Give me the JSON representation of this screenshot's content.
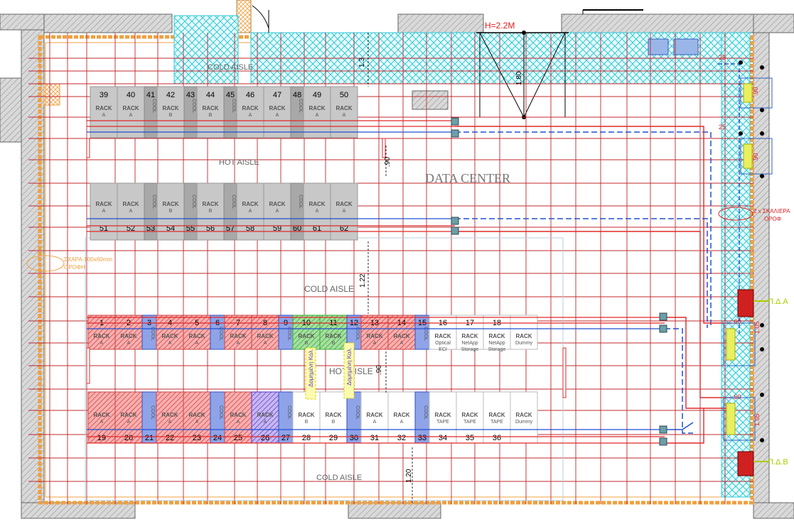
{
  "title": "DATA CENTER",
  "height_note": "H=2.2M",
  "aisles": {
    "cold_top": "COLD AISLE",
    "hot_top": "HOT AISLE",
    "cold_mid": "COLD AISLE",
    "hot_bottom": "HOT AISLE",
    "cold_bottom": "COLD AISLE"
  },
  "dims": {
    "d_1_3": "1.3",
    "d_1_80": "1.80",
    "d_90a": ".90",
    "d_1_22": "1.22",
    "d_90b": ".90",
    "d_1_20": "1.20",
    "d_25a": "25",
    "d_25b": "25",
    "d_90r1": ".90",
    "d_90r2": ".90",
    "d_60a": ".60",
    "d_60b": ".60",
    "d_1_05a": "1.05",
    "d_1_05b": "1.05"
  },
  "notes": {
    "tray": "ΣΧΑΡΑ-100x60mm",
    "tray_sub": "ΟΡΟΦΗ",
    "ladders": "2 x ΣΚΑΛΙΕΡΑ",
    "ladders_sub": "ΟΡΟΦ",
    "pda": "Π.Δ.Α",
    "pdb": "Π.Δ.Β",
    "floor_box_1": "Δομημένη Καλ.",
    "floor_box_2": "Δομημένη Καλ."
  },
  "racks_row_a": [
    {
      "num": "39",
      "type": "rack",
      "l1": "RACK",
      "l2": "A"
    },
    {
      "num": "40",
      "type": "rack",
      "l1": "RACK",
      "l2": "A"
    },
    {
      "num": "41",
      "type": "cool",
      "l1": "COOL",
      "l2": ""
    },
    {
      "num": "42",
      "type": "rack",
      "l1": "RACK",
      "l2": "B"
    },
    {
      "num": "43",
      "type": "cool",
      "l1": "COOL",
      "l2": ""
    },
    {
      "num": "44",
      "type": "rack",
      "l1": "RACK",
      "l2": "B"
    },
    {
      "num": "45",
      "type": "cool",
      "l1": "COOL",
      "l2": ""
    },
    {
      "num": "46",
      "type": "rack",
      "l1": "RACK",
      "l2": "A"
    },
    {
      "num": "47",
      "type": "rack",
      "l1": "RACK",
      "l2": "A"
    },
    {
      "num": "48",
      "type": "cool",
      "l1": "COOL",
      "l2": ""
    },
    {
      "num": "49",
      "type": "rack",
      "l1": "RACK",
      "l2": "A"
    },
    {
      "num": "50",
      "type": "rack",
      "l1": "RACK",
      "l2": "A"
    }
  ],
  "racks_row_b": [
    {
      "num": "51",
      "type": "rack",
      "l1": "RACK",
      "l2": "A"
    },
    {
      "num": "52",
      "type": "rack",
      "l1": "RACK",
      "l2": "A"
    },
    {
      "num": "53",
      "type": "cool",
      "l1": "COOL",
      "l2": ""
    },
    {
      "num": "54",
      "type": "rack",
      "l1": "RACK",
      "l2": "B"
    },
    {
      "num": "55",
      "type": "cool",
      "l1": "COOL",
      "l2": ""
    },
    {
      "num": "56",
      "type": "rack",
      "l1": "RACK",
      "l2": "B"
    },
    {
      "num": "57",
      "type": "cool",
      "l1": "COOL",
      "l2": ""
    },
    {
      "num": "58",
      "type": "rack",
      "l1": "RACK",
      "l2": "A"
    },
    {
      "num": "59",
      "type": "rack",
      "l1": "RACK",
      "l2": "A"
    },
    {
      "num": "60",
      "type": "cool",
      "l1": "COOL",
      "l2": ""
    },
    {
      "num": "61",
      "type": "rack",
      "l1": "RACK",
      "l2": "A"
    },
    {
      "num": "62",
      "type": "rack",
      "l1": "RACK",
      "l2": "A"
    }
  ],
  "racks_row_c": [
    {
      "num": "1",
      "type": "red",
      "l1": "RACK",
      "l2": "A"
    },
    {
      "num": "2",
      "type": "red",
      "l1": "RACK",
      "l2": "A"
    },
    {
      "num": "3",
      "type": "cool",
      "l1": "COOL",
      "l2": ""
    },
    {
      "num": "4",
      "type": "red",
      "l1": "RACK",
      "l2": "A"
    },
    {
      "num": "5",
      "type": "red",
      "l1": "RACK",
      "l2": "A"
    },
    {
      "num": "6",
      "type": "cool",
      "l1": "COOL",
      "l2": ""
    },
    {
      "num": "7",
      "type": "red",
      "l1": "RACK",
      "l2": "A"
    },
    {
      "num": "8",
      "type": "red",
      "l1": "RACK",
      "l2": "A"
    },
    {
      "num": "9",
      "type": "cool",
      "l1": "COOL",
      "l2": ""
    },
    {
      "num": "10",
      "type": "green",
      "l1": "RACK",
      "l2": "B"
    },
    {
      "num": "11",
      "type": "green",
      "l1": "RACK",
      "l2": "B"
    },
    {
      "num": "12",
      "type": "cool",
      "l1": "COOL",
      "l2": ""
    },
    {
      "num": "13",
      "type": "red",
      "l1": "RACK",
      "l2": "A"
    },
    {
      "num": "14",
      "type": "red",
      "l1": "RACK",
      "l2": "A"
    },
    {
      "num": "15",
      "type": "cool",
      "l1": "COOL",
      "l2": ""
    },
    {
      "num": "16",
      "type": "plain",
      "l1": "RACK",
      "l2": "Optical",
      "l3": "ECI"
    },
    {
      "num": "17",
      "type": "plain",
      "l1": "RACK",
      "l2": "NetApp",
      "l3": "Storage"
    },
    {
      "num": "18",
      "type": "plain",
      "l1": "RACK",
      "l2": "NetApp",
      "l3": "Storage"
    },
    {
      "num": "",
      "type": "plain",
      "l1": "RACK",
      "l2": "Dummy",
      "l3": ""
    }
  ],
  "racks_row_d": [
    {
      "num": "19",
      "type": "red",
      "l1": "RACK",
      "l2": "A"
    },
    {
      "num": "20",
      "type": "red",
      "l1": "RACK",
      "l2": "A"
    },
    {
      "num": "21",
      "type": "cool",
      "l1": "COOL",
      "l2": ""
    },
    {
      "num": "22",
      "type": "red",
      "l1": "RACK",
      "l2": "A"
    },
    {
      "num": "23",
      "type": "red",
      "l1": "RACK",
      "l2": "A"
    },
    {
      "num": "24",
      "type": "cool",
      "l1": "COOL",
      "l2": ""
    },
    {
      "num": "25",
      "type": "red",
      "l1": "RACK",
      "l2": "A"
    },
    {
      "num": "26",
      "type": "purple",
      "l1": "RACK",
      "l2": "A"
    },
    {
      "num": "27",
      "type": "cool",
      "l1": "COOL",
      "l2": ""
    },
    {
      "num": "28",
      "type": "plain",
      "l1": "RACK",
      "l2": "B"
    },
    {
      "num": "29",
      "type": "plain",
      "l1": "RACK",
      "l2": "B"
    },
    {
      "num": "30",
      "type": "cool",
      "l1": "COOL",
      "l2": ""
    },
    {
      "num": "31",
      "type": "plain",
      "l1": "RACK",
      "l2": "A"
    },
    {
      "num": "32",
      "type": "plain",
      "l1": "RACK",
      "l2": "A"
    },
    {
      "num": "33",
      "type": "cool",
      "l1": "COOL",
      "l2": ""
    },
    {
      "num": "34",
      "type": "plain",
      "l1": "RACK",
      "l2": "TAPE"
    },
    {
      "num": "35",
      "type": "plain",
      "l1": "RACK",
      "l2": "TAPE"
    },
    {
      "num": "36",
      "type": "plain",
      "l1": "RACK",
      "l2": "TAPE"
    },
    {
      "num": "",
      "type": "plain",
      "l1": "RACK",
      "l2": "Dummy"
    }
  ],
  "colors": {
    "grid_red": "#c0282e",
    "orange": "#f0a040",
    "cyan": "#33c8d8",
    "rack_gray": "#c8c8c8",
    "cool_gray": "#a8a8a8",
    "cool_blue": "#8fa3e8",
    "hatch_red": "#e06a6a",
    "hatch_green": "#6cc46c",
    "cable_blue": "#2050d0",
    "wall_gray": "#9a9a9a"
  }
}
